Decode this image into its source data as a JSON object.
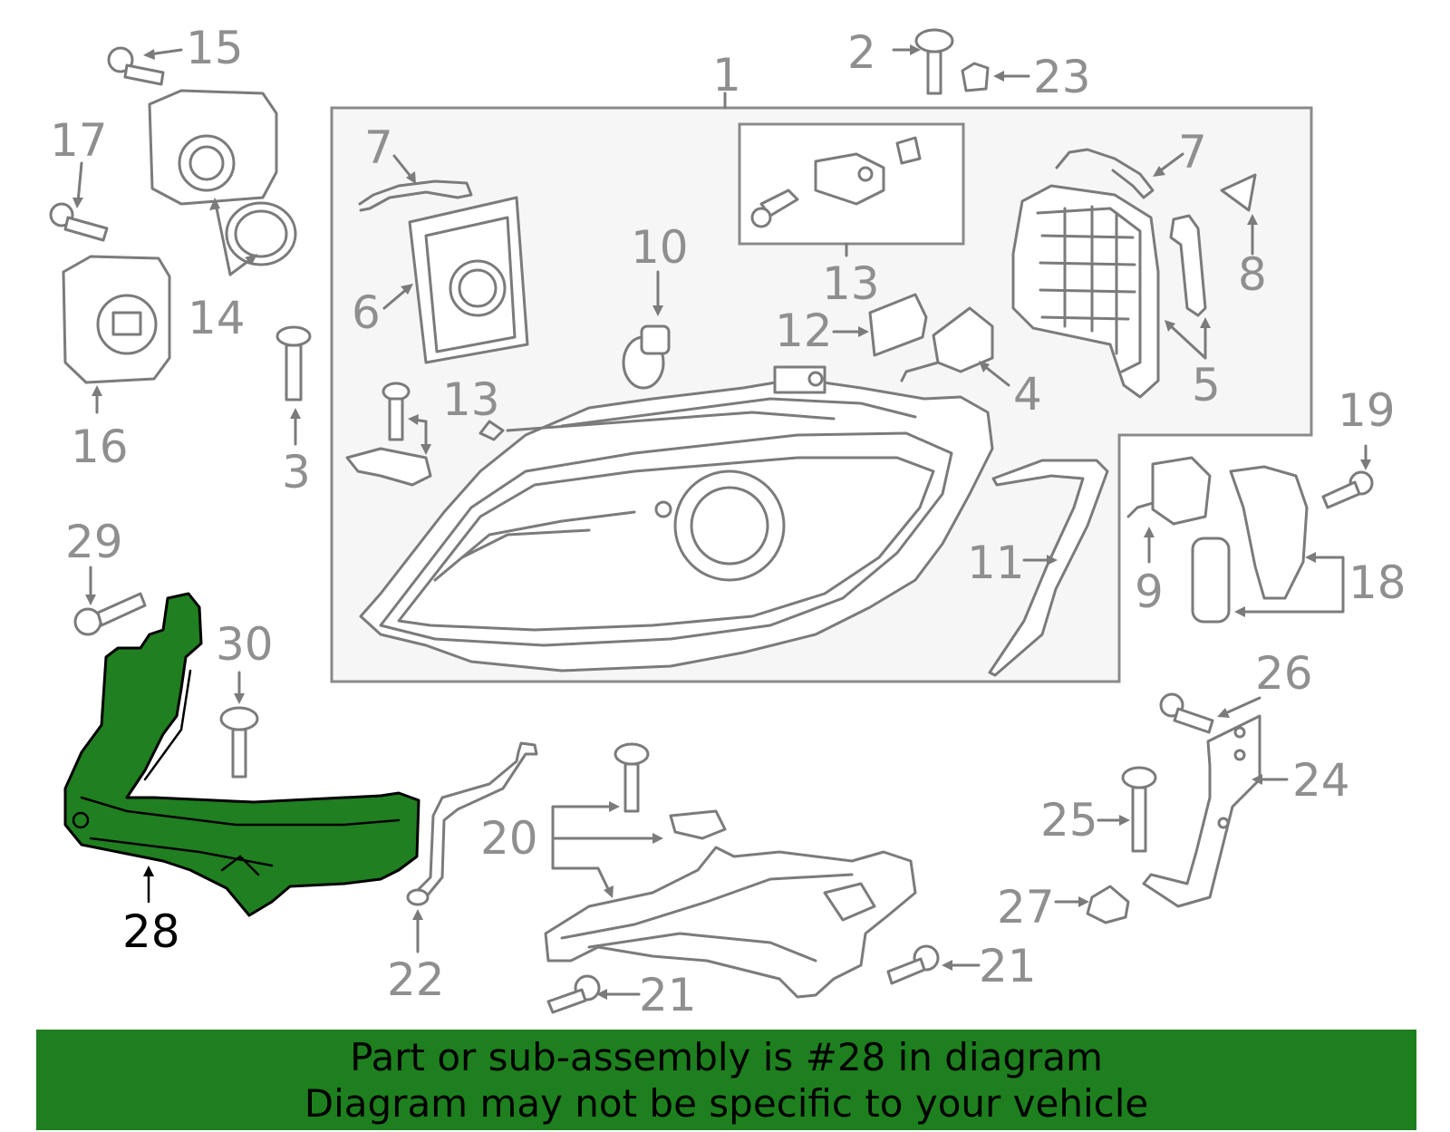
{
  "diagram": {
    "highlight_color": "#207f20",
    "callouts": [
      "1",
      "2",
      "23",
      "15",
      "17",
      "14",
      "16",
      "7",
      "7",
      "6",
      "10",
      "13",
      "13",
      "12",
      "4",
      "5",
      "8",
      "3",
      "19",
      "9",
      "18",
      "11",
      "29",
      "30",
      "28",
      "26",
      "24",
      "25",
      "20",
      "27",
      "21",
      "21",
      "22"
    ],
    "highlighted_part": "28"
  },
  "banner": {
    "line1": "Part or sub-assembly is #28 in diagram",
    "line2": "Diagram may not be specific to your vehicle",
    "background": "#1e7f1e"
  }
}
